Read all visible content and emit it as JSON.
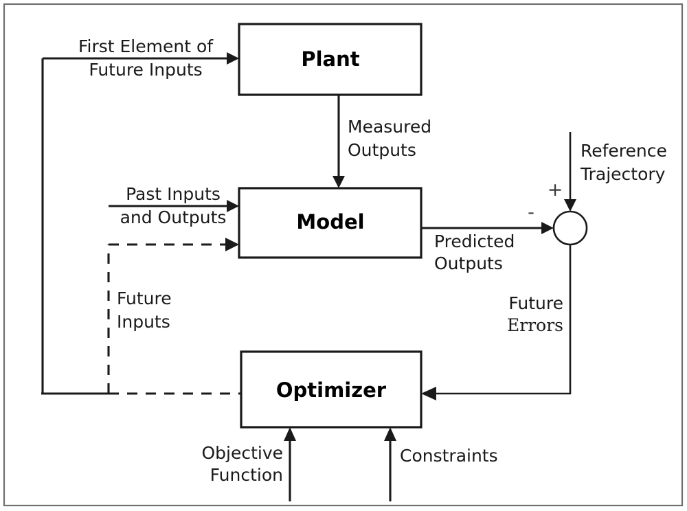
{
  "diagram": {
    "title": "Model Predictive Control Block Diagram",
    "type": "control-block-diagram",
    "background_color": "#ffffff",
    "line_color": "#1a1a1a",
    "frame_color": "#6e6e6e"
  },
  "blocks": {
    "plant": {
      "label": "Plant"
    },
    "model": {
      "label": "Model"
    },
    "optimizer": {
      "label": "Optimizer"
    }
  },
  "junction": {
    "name": "summing-junction",
    "plus_sign": "+",
    "minus_sign": "-"
  },
  "labels": {
    "first_element_line1": "First Element of",
    "first_element_line2": "Future Inputs",
    "measured_line1": "Measured",
    "measured_line2": "Outputs",
    "past_line1": "Past Inputs",
    "past_line2": "and Outputs",
    "future_inputs_line1": "Future",
    "future_inputs_line2": "Inputs",
    "predicted_line1": "Predicted",
    "predicted_line2": "Outputs",
    "reference_line1": "Reference",
    "reference_line2": "Trajectory",
    "future_errors_line1": "Future",
    "future_errors_line2": "Errors",
    "objective_line1": "Objective",
    "objective_line2": "Function",
    "constraints": "Constraints"
  }
}
